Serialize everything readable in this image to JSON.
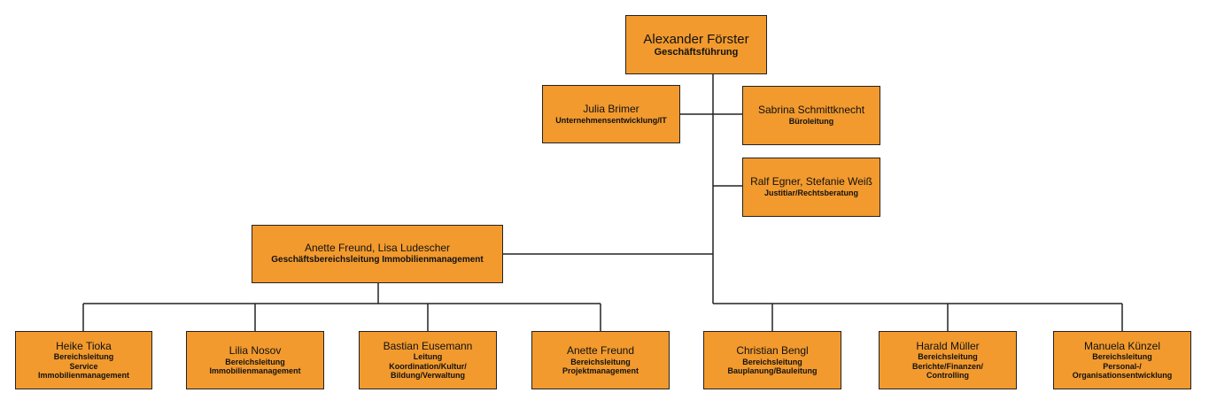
{
  "chart": {
    "ceo": {
      "name": "Alexander Förster",
      "role": "Geschäftsführung"
    },
    "staff_left": {
      "name": "Julia Brimer",
      "role": "Unternehmensentwicklung/IT"
    },
    "staff_right": {
      "name": "Sabrina Schmittknecht",
      "role": "Büroleitung"
    },
    "staff_legal": {
      "name": "Ralf Egner, Stefanie Weiß",
      "role": "Justitiar/Rechtsberatung"
    },
    "division": {
      "name": "Anette Freund, Lisa Ludescher",
      "role": "Geschäftsbereichsleitung Immobilienmanagement"
    },
    "units": [
      {
        "name": "Heike Tioka",
        "role": "Bereichsleitung\nService\nImmobilienmanagement"
      },
      {
        "name": "Lilia Nosov",
        "role": "Bereichsleitung\nImmobilienmanagement"
      },
      {
        "name": "Bastian Eusemann",
        "role": "Leitung\nKoordination/Kultur/\nBildung/Verwaltung"
      },
      {
        "name": "Anette Freund",
        "role": "Bereichsleitung\nProjektmanagement"
      },
      {
        "name": "Christian Bengl",
        "role": "Bereichsleitung\nBauplanung/Bauleitung"
      },
      {
        "name": "Harald Müller",
        "role": "Bereichsleitung\nBerichte/Finanzen/\nControlling"
      },
      {
        "name": "Manuela Künzel",
        "role": "Bereichsleitung\nPersonal-/\nOrganisationsentwicklung"
      }
    ]
  }
}
